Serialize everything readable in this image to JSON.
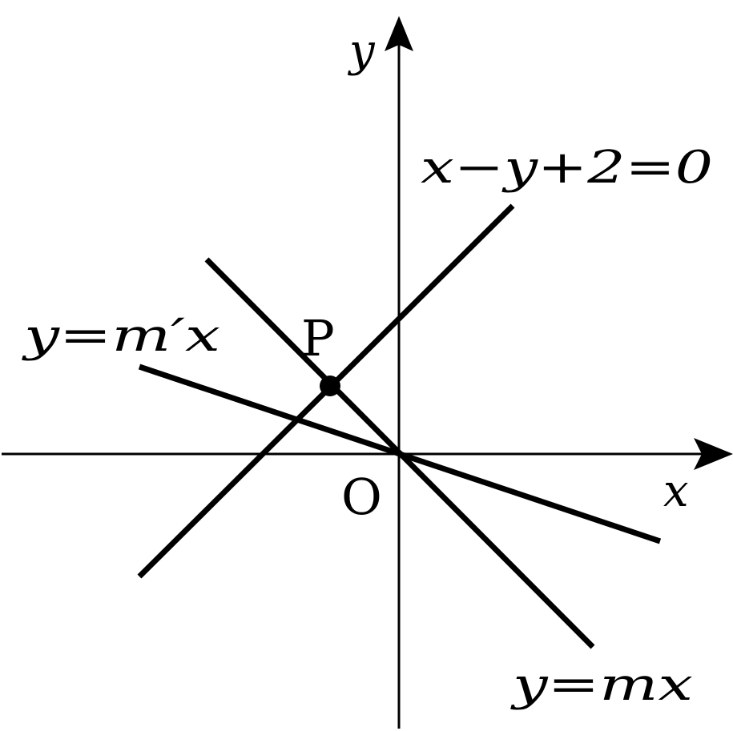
{
  "axes": {
    "x_label": "x",
    "y_label": "y",
    "origin_label": "O"
  },
  "point": {
    "label": "P"
  },
  "lines": [
    {
      "id": "line-a",
      "equation": "x−y+2=0"
    },
    {
      "id": "line-b",
      "equation": "y=m′x"
    },
    {
      "id": "line-c",
      "equation": "y=mx"
    }
  ]
}
